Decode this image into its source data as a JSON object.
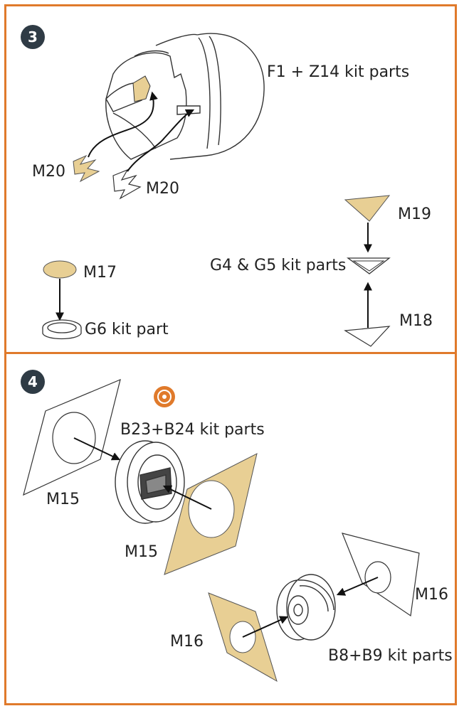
{
  "colors": {
    "frame": "#e07a2b",
    "badge": "#2f3b45",
    "etched_part": "#e8cf94",
    "optional_icon": "#e07a2b"
  },
  "step3": {
    "number": "3",
    "labels": {
      "f1_z14": "F1 + Z14 kit parts",
      "m20_a": "M20",
      "m20_b": "M20",
      "m19": "M19",
      "g4_g5": "G4 & G5 kit parts",
      "m18": "M18",
      "m17": "M17",
      "g6": "G6 kit part"
    }
  },
  "step4": {
    "number": "4",
    "optional_icon": "optional-wheel-icon",
    "labels": {
      "b23_b24": "B23+B24 kit parts",
      "m15_a": "M15",
      "m15_b": "M15",
      "m16_a": "M16",
      "m16_b": "M16",
      "b8_b9": "B8+B9 kit parts"
    }
  }
}
